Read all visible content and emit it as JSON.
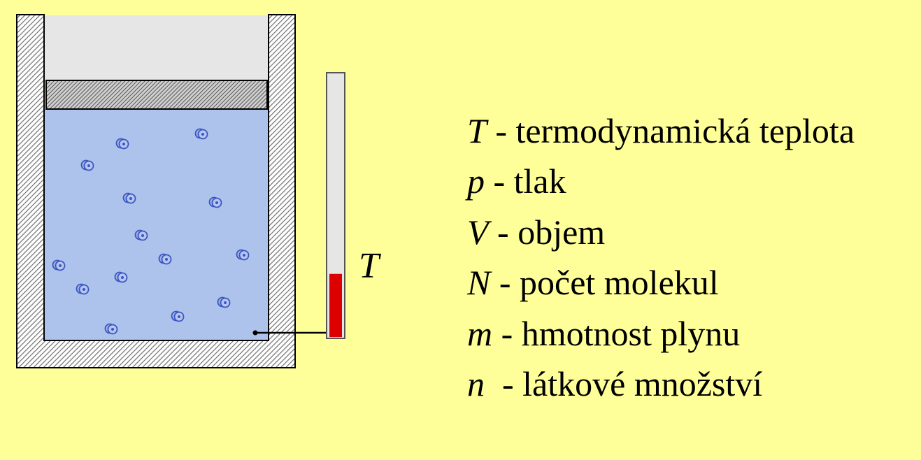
{
  "thermometer": {
    "label": "T",
    "fill_level": 0.24,
    "fill_color": "#dd0000"
  },
  "colors": {
    "background": "#ffff99",
    "gas": "#aec3ec",
    "headspace": "#e6e6e6",
    "wall": "#9a9a9a",
    "molecule": "#3a57c0"
  },
  "legend": [
    {
      "symbol": "T",
      "text": " - termodynamická teplota"
    },
    {
      "symbol": "p",
      "text": " - tlak"
    },
    {
      "symbol": "V",
      "text": " - objem"
    },
    {
      "symbol": "N",
      "text": " - počet molekul"
    },
    {
      "symbol": "m",
      "text": " - hmotnost plynu"
    },
    {
      "symbol": "n",
      "text": "  - látkové množství"
    }
  ]
}
